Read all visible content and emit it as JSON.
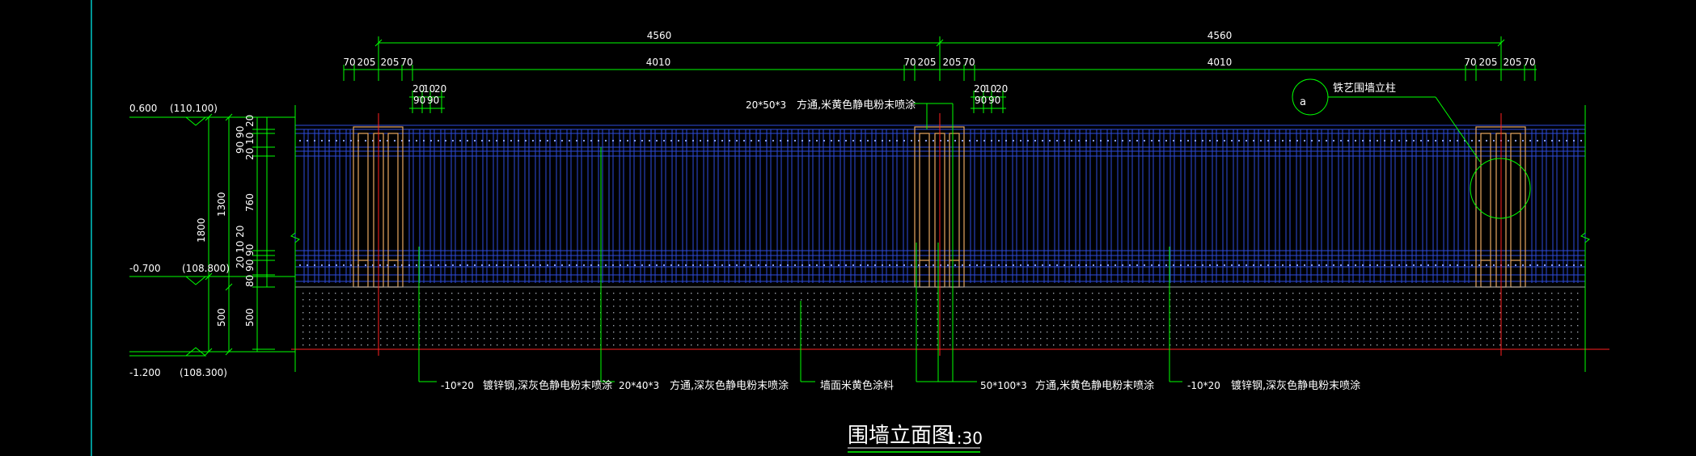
{
  "drawing": {
    "title": "围墙立面图",
    "scale": "1:30",
    "colors": {
      "background": "#000000",
      "dimension": "#00ff00",
      "fence": "#2e4bdc",
      "post": "#e8a860",
      "dots": "#9aa0a8",
      "axis": "#ff2020",
      "leader": "#00ff00",
      "text": "#ffffff",
      "frame": "#00c8c8"
    },
    "top_dims": {
      "overall": [
        "4560",
        "4560"
      ],
      "bays": [
        "4010",
        "4010"
      ],
      "post_left": [
        "70",
        "205",
        "205",
        "70"
      ],
      "post_mid": [
        "70",
        "205",
        "205",
        "70"
      ],
      "post_right": [
        "70",
        "205",
        "205",
        "70"
      ],
      "bar_top": [
        "20",
        "10",
        "20"
      ],
      "bar_bottom": [
        "90",
        "90"
      ],
      "bar_top_2": [
        "20",
        "10",
        "20"
      ],
      "bar_bottom_2": [
        "90",
        "90"
      ]
    },
    "left_dims": {
      "elev_top": "0.600",
      "elev_top_abs": "(110.100)",
      "elev_mid": "-0.700",
      "elev_mid_abs": "(108.800)",
      "elev_bot": "-1.200",
      "elev_bot_abs": "(108.300)",
      "total_height": "1800",
      "fence_height": "1300",
      "wall_height": "500",
      "wall_height_2": "500",
      "d_20_top": "20",
      "d_90_90": "90 90",
      "d_20_10": "20 10",
      "d_760": "760",
      "d_20_10_20": "20 10 20",
      "d_90_90_bot": "80 90 90"
    },
    "annotations": {
      "post_label": "铁艺围墙立柱",
      "post_label_tag": "a",
      "top_material_size": "20*50*3",
      "top_material": "方通,米黄色静电粉末喷涂",
      "bottom": [
        {
          "size": "-10*20",
          "text": "镀锌钢,深灰色静电粉末喷涂"
        },
        {
          "size": "20*40*3",
          "text": "方通,深灰色静电粉末喷涂"
        },
        {
          "size": "",
          "text": "墙面米黄色涂料"
        },
        {
          "size": "50*100*3",
          "text": "方通,米黄色静电粉末喷涂"
        },
        {
          "size": "-10*20",
          "text": "镀锌钢,深灰色静电粉末喷涂"
        }
      ]
    }
  }
}
